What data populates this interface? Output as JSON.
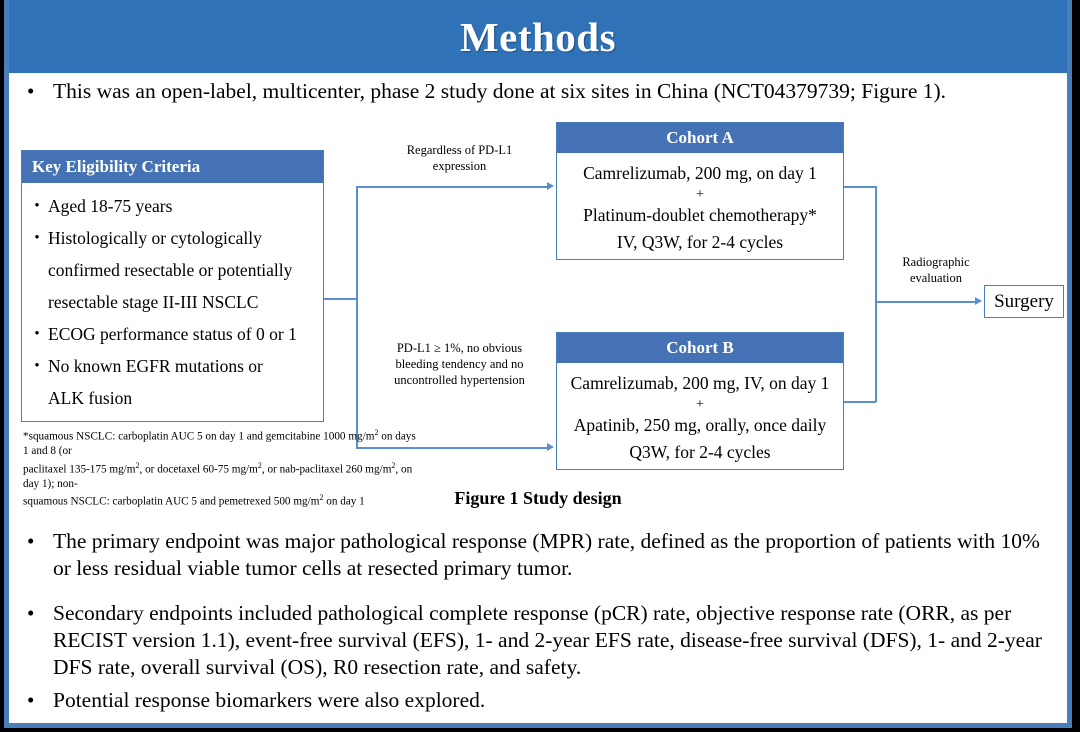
{
  "slide": {
    "title": "Methods",
    "accent_blue": "#2f72b8",
    "box_blue": "#4472b4",
    "line_blue": "#5b8fd0",
    "frame_blue": "#4a7ebb"
  },
  "intro": {
    "bullet_marker": "•",
    "text": "This was an open-label, multicenter, phase 2 study done at six sites in China (NCT04379739; Figure 1)."
  },
  "figure": {
    "caption": "Figure 1 Study design",
    "eligibility": {
      "header": "Key  Eligibility Criteria",
      "bullet_marker": "•",
      "items": [
        "Aged 18-75 years",
        "Histologically or cytologically",
        "confirmed resectable or potentially",
        "resectable stage II-III  NSCLC",
        "ECOG performance status of 0 or 1",
        "No known EGFR mutations or",
        "ALK fusion"
      ],
      "bulleted_flags": [
        true,
        true,
        false,
        false,
        true,
        true,
        false
      ]
    },
    "footnote": {
      "line1_a": "*squamous NSCLC: carboplatin AUC 5 on day 1 and gemcitabine 1000 mg/m",
      "line1_sup": "2",
      "line1_b": " on days 1 and 8 (or",
      "line2_a": "paclitaxel 135-175  mg/m",
      "line2_sup1": "2",
      "line2_b": ", or docetaxel 60-75 mg/m",
      "line2_sup2": "2",
      "line2_c": ", or nab-paclitaxel 260 mg/m",
      "line2_sup3": "2",
      "line2_d": ", on day 1); non-",
      "line3_a": "squamous NSCLC: carboplatin AUC 5 and pemetrexed 500 mg/m",
      "line3_sup": "2",
      "line3_b": " on day 1"
    },
    "cohort_a": {
      "header": "Cohort A",
      "line1": "Camrelizumab, 200 mg, on day 1",
      "plus": "+",
      "line2": "Platinum-doublet chemotherapy*",
      "line3": "IV, Q3W, for 2-4 cycles"
    },
    "cohort_b": {
      "header": "Cohort B",
      "line1": "Camrelizumab, 200 mg, IV, on day 1",
      "plus": "+",
      "line2": "Apatinib, 250 mg, orally, once daily",
      "line3": "Q3W, for 2-4 cycles"
    },
    "connector_labels": {
      "top_line1": "Regardless  of PD-L1",
      "top_line2": "expression",
      "bottom_line1": "PD-L1 ≥ 1%, no obvious",
      "bottom_line2": "bleeding tendency  and no",
      "bottom_line3": "uncontrolled  hypertension",
      "radio_line1": "Radiographic",
      "radio_line2": "evaluation"
    },
    "surgery": {
      "label": "Surgery"
    }
  },
  "endpoints": {
    "primary": {
      "bullet_marker": "•",
      "text": "The primary endpoint was major pathological response (MPR) rate, defined as the proportion of patients with 10% or less residual viable tumor cells at resected primary tumor."
    },
    "secondary": {
      "bullet_marker": "•",
      "text": "Secondary endpoints included pathological complete response (pCR) rate, objective response rate (ORR, as per RECIST version 1.1), event-free survival (EFS), 1- and 2-year EFS rate, disease-free survival (DFS), 1- and 2-year DFS rate, overall survival (OS), R0 resection rate, and safety."
    },
    "biomarkers": {
      "bullet_marker": "•",
      "text": "Potential response biomarkers were also explored."
    }
  }
}
